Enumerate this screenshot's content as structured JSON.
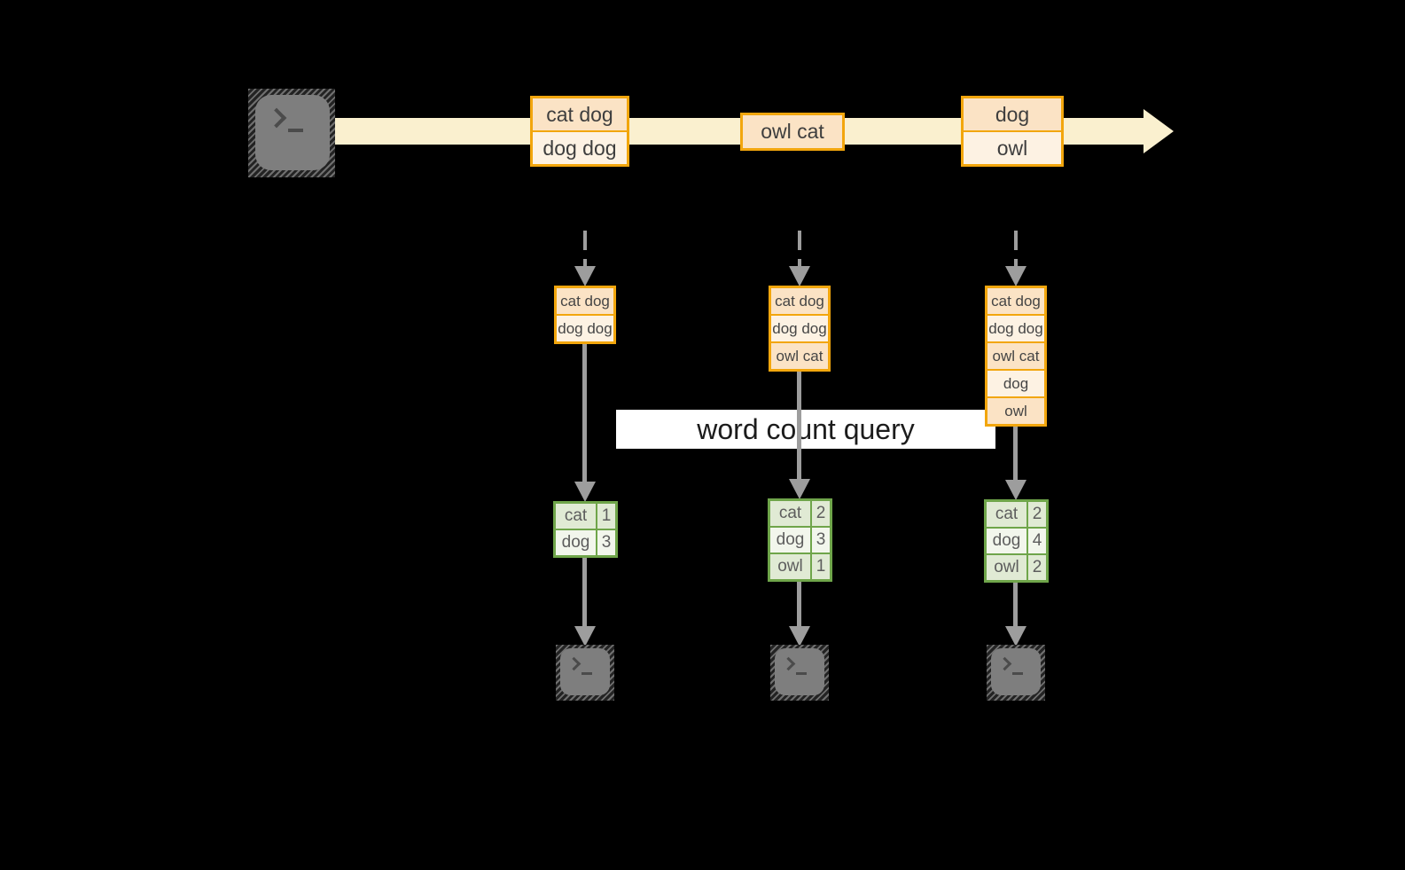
{
  "diagram": {
    "title_hint": "streaming word count",
    "banner": {
      "label": "word count query"
    },
    "source_terminal": {
      "icon": "terminal-icon"
    },
    "stream_events": [
      {
        "lines": [
          "cat dog",
          "dog dog"
        ]
      },
      {
        "lines": [
          "owl cat"
        ]
      },
      {
        "lines": [
          "dog",
          "owl"
        ]
      }
    ],
    "columns": [
      {
        "state_rows": [
          "cat dog",
          "dog dog"
        ],
        "counts": [
          {
            "word": "cat",
            "count": "1"
          },
          {
            "word": "dog",
            "count": "3"
          }
        ]
      },
      {
        "state_rows": [
          "cat dog",
          "dog dog",
          "owl cat"
        ],
        "counts": [
          {
            "word": "cat",
            "count": "2"
          },
          {
            "word": "dog",
            "count": "3"
          },
          {
            "word": "owl",
            "count": "1"
          }
        ]
      },
      {
        "state_rows": [
          "cat dog",
          "dog dog",
          "owl cat",
          "dog",
          "owl"
        ],
        "counts": [
          {
            "word": "cat",
            "count": "2"
          },
          {
            "word": "dog",
            "count": "4"
          },
          {
            "word": "owl",
            "count": "2"
          }
        ]
      }
    ],
    "colors": {
      "accent_orange": "#f2a60d",
      "row_peach": "#fbe3c5",
      "row_cream": "#fdf2e3",
      "stream_band": "#faf0cf",
      "connector_gray": "#9d9d9d",
      "green_border": "#6fa54a",
      "green_row_dark": "#e0ead4",
      "green_row_light": "#f2f6ec",
      "banner_bg": "#ffffff"
    }
  }
}
